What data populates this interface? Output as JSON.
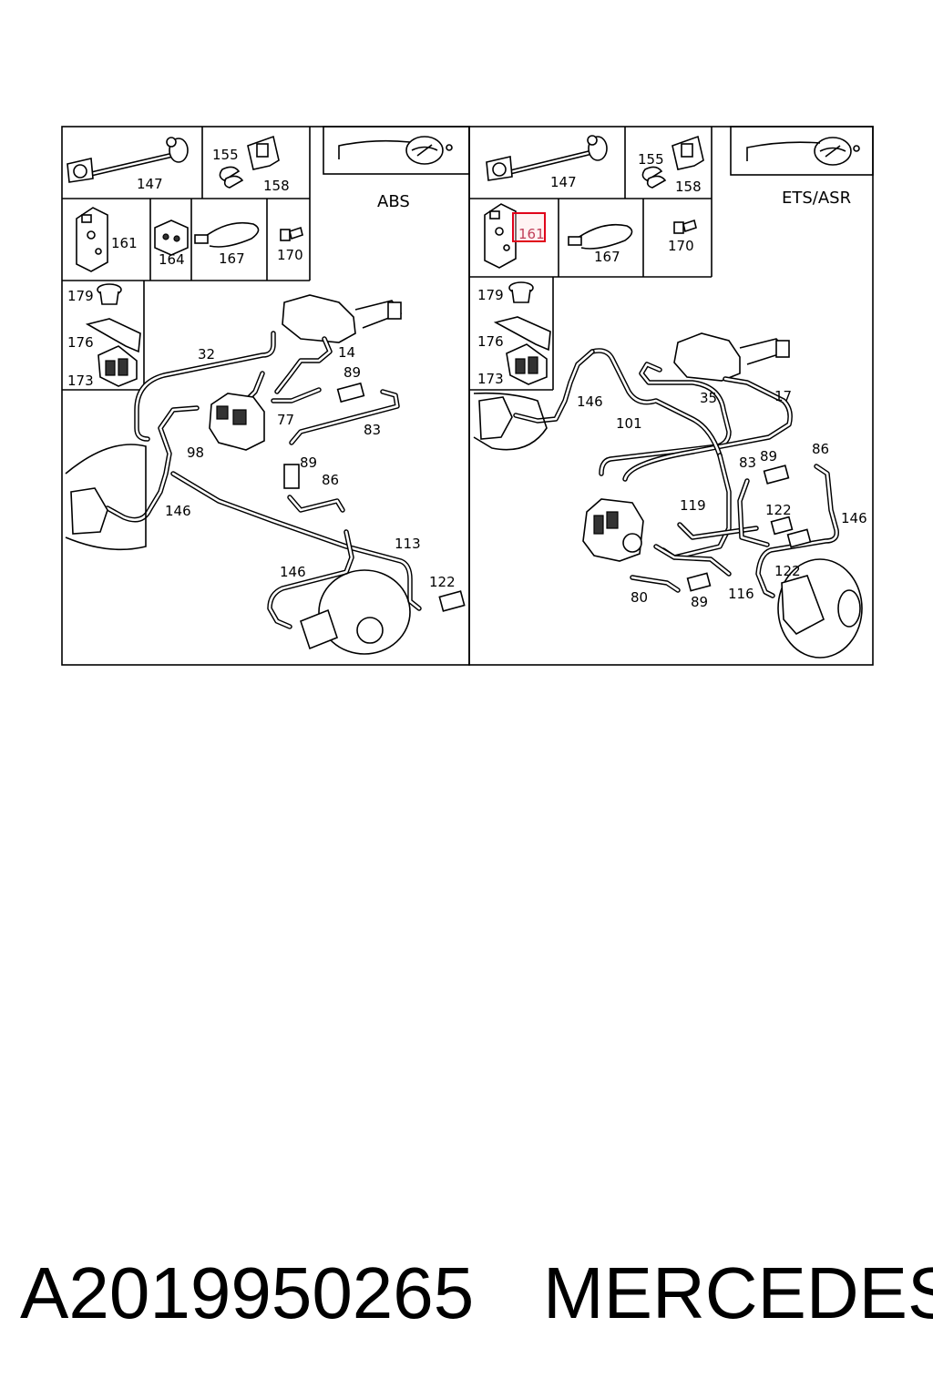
{
  "panels": {
    "left": {
      "variant": "ABS",
      "labels": [
        "147",
        "155",
        "158",
        "161",
        "164",
        "167",
        "170",
        "179",
        "176",
        "173",
        "32",
        "14",
        "89",
        "77",
        "83",
        "98",
        "89",
        "86",
        "146",
        "113",
        "146",
        "122"
      ]
    },
    "right": {
      "variant": "ETS/ASR",
      "labels": [
        "147",
        "155",
        "158",
        "161",
        "167",
        "170",
        "179",
        "176",
        "173",
        "146",
        "101",
        "35",
        "17",
        "83",
        "89",
        "86",
        "119",
        "122",
        "146",
        "122",
        "80",
        "89",
        "116"
      ]
    }
  },
  "highlight_label": "161",
  "highlight_color": "#e0001a",
  "caption": {
    "part_number": "A2019950265",
    "brand": "MERCEDES"
  }
}
